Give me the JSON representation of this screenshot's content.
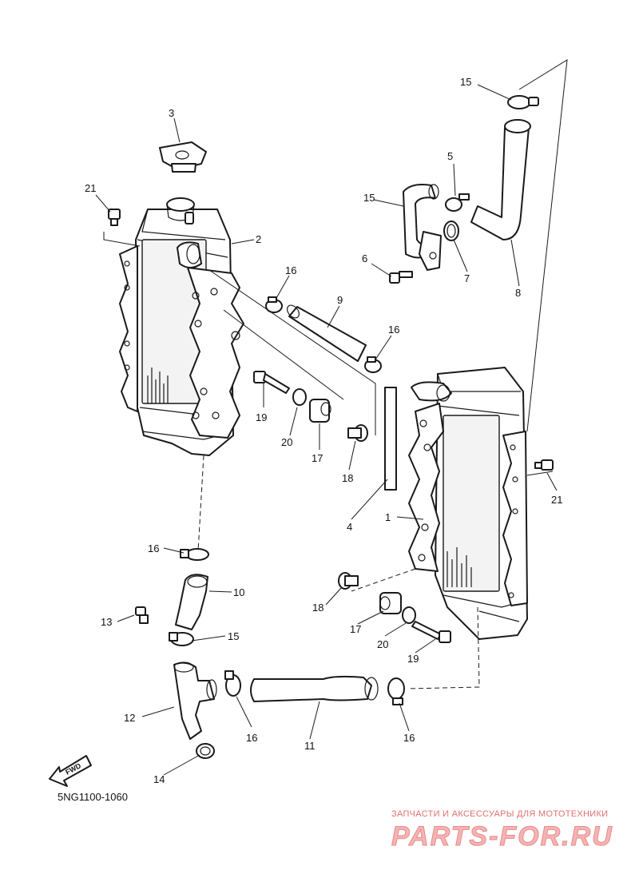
{
  "diagram": {
    "code": "5NG1100-1060",
    "fwd_label": "FWD",
    "callouts": [
      "3",
      "21",
      "2",
      "16",
      "9",
      "16",
      "19",
      "20",
      "17",
      "18",
      "4",
      "1",
      "21",
      "15",
      "5",
      "15",
      "6",
      "7",
      "8",
      "16",
      "10",
      "15",
      "13",
      "12",
      "14",
      "16",
      "11",
      "16",
      "18",
      "17",
      "20",
      "19"
    ]
  },
  "watermark": {
    "tagline": "ЗАПЧАСТИ И АКСЕССУАРЫ ДЛЯ МОТОТЕХНИКИ",
    "logo": "PARTS-FOR.RU"
  }
}
